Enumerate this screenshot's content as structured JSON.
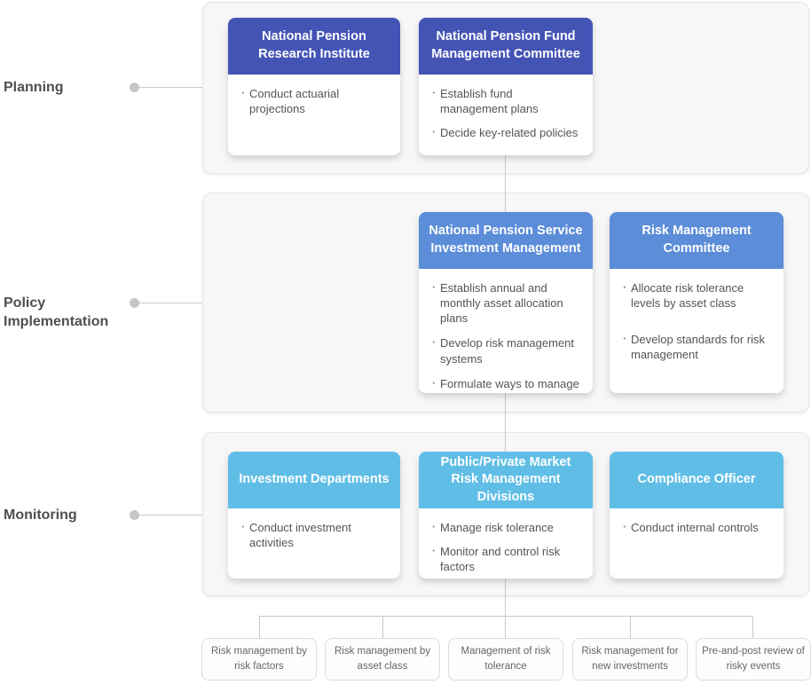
{
  "labels": {
    "planning": "Planning",
    "policy": "Policy\nImplementation",
    "monitoring": "Monitoring"
  },
  "cards": {
    "npri": {
      "title": "National Pension Research Institute",
      "bullets": [
        "Conduct actuarial projections"
      ]
    },
    "npfmc": {
      "title": "National Pension Fund Management Committee",
      "bullets": [
        "Establish fund management plans",
        "Decide key-related policies"
      ]
    },
    "npsim": {
      "title": "National Pension Service Investment Management",
      "bullets": [
        "Establish annual and monthly asset allocation plans",
        "Develop risk management systems",
        "Formulate ways to manage risks"
      ]
    },
    "rmc": {
      "title": "Risk Management Committee",
      "bullets": [
        "Allocate risk tolerance levels by asset class",
        "Develop standards for risk management"
      ]
    },
    "invdept": {
      "title": "Investment Departments",
      "bullets": [
        "Conduct investment activities"
      ]
    },
    "ppmrmd": {
      "title": "Public/Private Market Risk Management Divisions",
      "bullets": [
        "Manage risk tolerance",
        "Monitor and control risk factors"
      ]
    },
    "compliance": {
      "title": "Compliance Officer",
      "bullets": [
        "Conduct internal controls"
      ]
    }
  },
  "bottom_boxes": [
    "Risk management by risk factors",
    "Risk management by asset class",
    "Management of risk tolerance",
    "Risk management for new investments",
    "Pre-and-post review of risky events"
  ],
  "colors": {
    "planning_header": "#4454b5",
    "policy_header": "#5b8dd9",
    "monitoring_header": "#60bee6",
    "connector_line": "#c9c9c9",
    "section_background": "#f7f7f8"
  }
}
